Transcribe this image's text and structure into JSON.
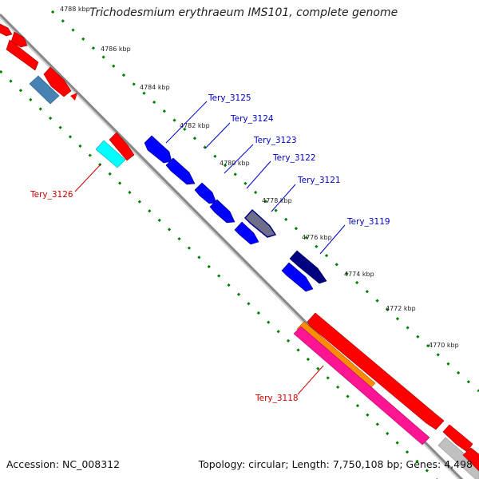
{
  "title": "Trichodesmium erythraeum IMS101, complete genome",
  "footer": {
    "accession": "Accession: NC_008312",
    "topology": "Topology: circular; Length: 7,750,108 bp; Genes: 4,498"
  },
  "ticks": [
    "4788 kbp",
    "4786 kbp",
    "4784 kbp",
    "4782 kbp",
    "4780 kbp",
    "4778 kbp",
    "4776 kbp",
    "4774 kbp",
    "4772 kbp",
    "4770 kbp"
  ],
  "gene_labels": [
    {
      "text": "Tery_3125",
      "color": "#0000cc"
    },
    {
      "text": "Tery_3124",
      "color": "#0000cc"
    },
    {
      "text": "Tery_3123",
      "color": "#0000cc"
    },
    {
      "text": "Tery_3122",
      "color": "#0000cc"
    },
    {
      "text": "Tery_3121",
      "color": "#0000cc"
    },
    {
      "text": "Tery_3119",
      "color": "#0000cc"
    },
    {
      "text": "Tery_3126",
      "color": "#cc0000"
    },
    {
      "text": "Tery_3118",
      "color": "#cc0000"
    }
  ],
  "colors": {
    "backbone": "#888888",
    "tick_dots": "#008000",
    "forward_red": "#ff0000",
    "blue": "#0000ff",
    "navy": "#000080",
    "cyan": "#00ffff",
    "steel": "#4682b4",
    "orange": "#ff8c00",
    "pink": "#ff1493",
    "grey": "#c0c0c0"
  }
}
